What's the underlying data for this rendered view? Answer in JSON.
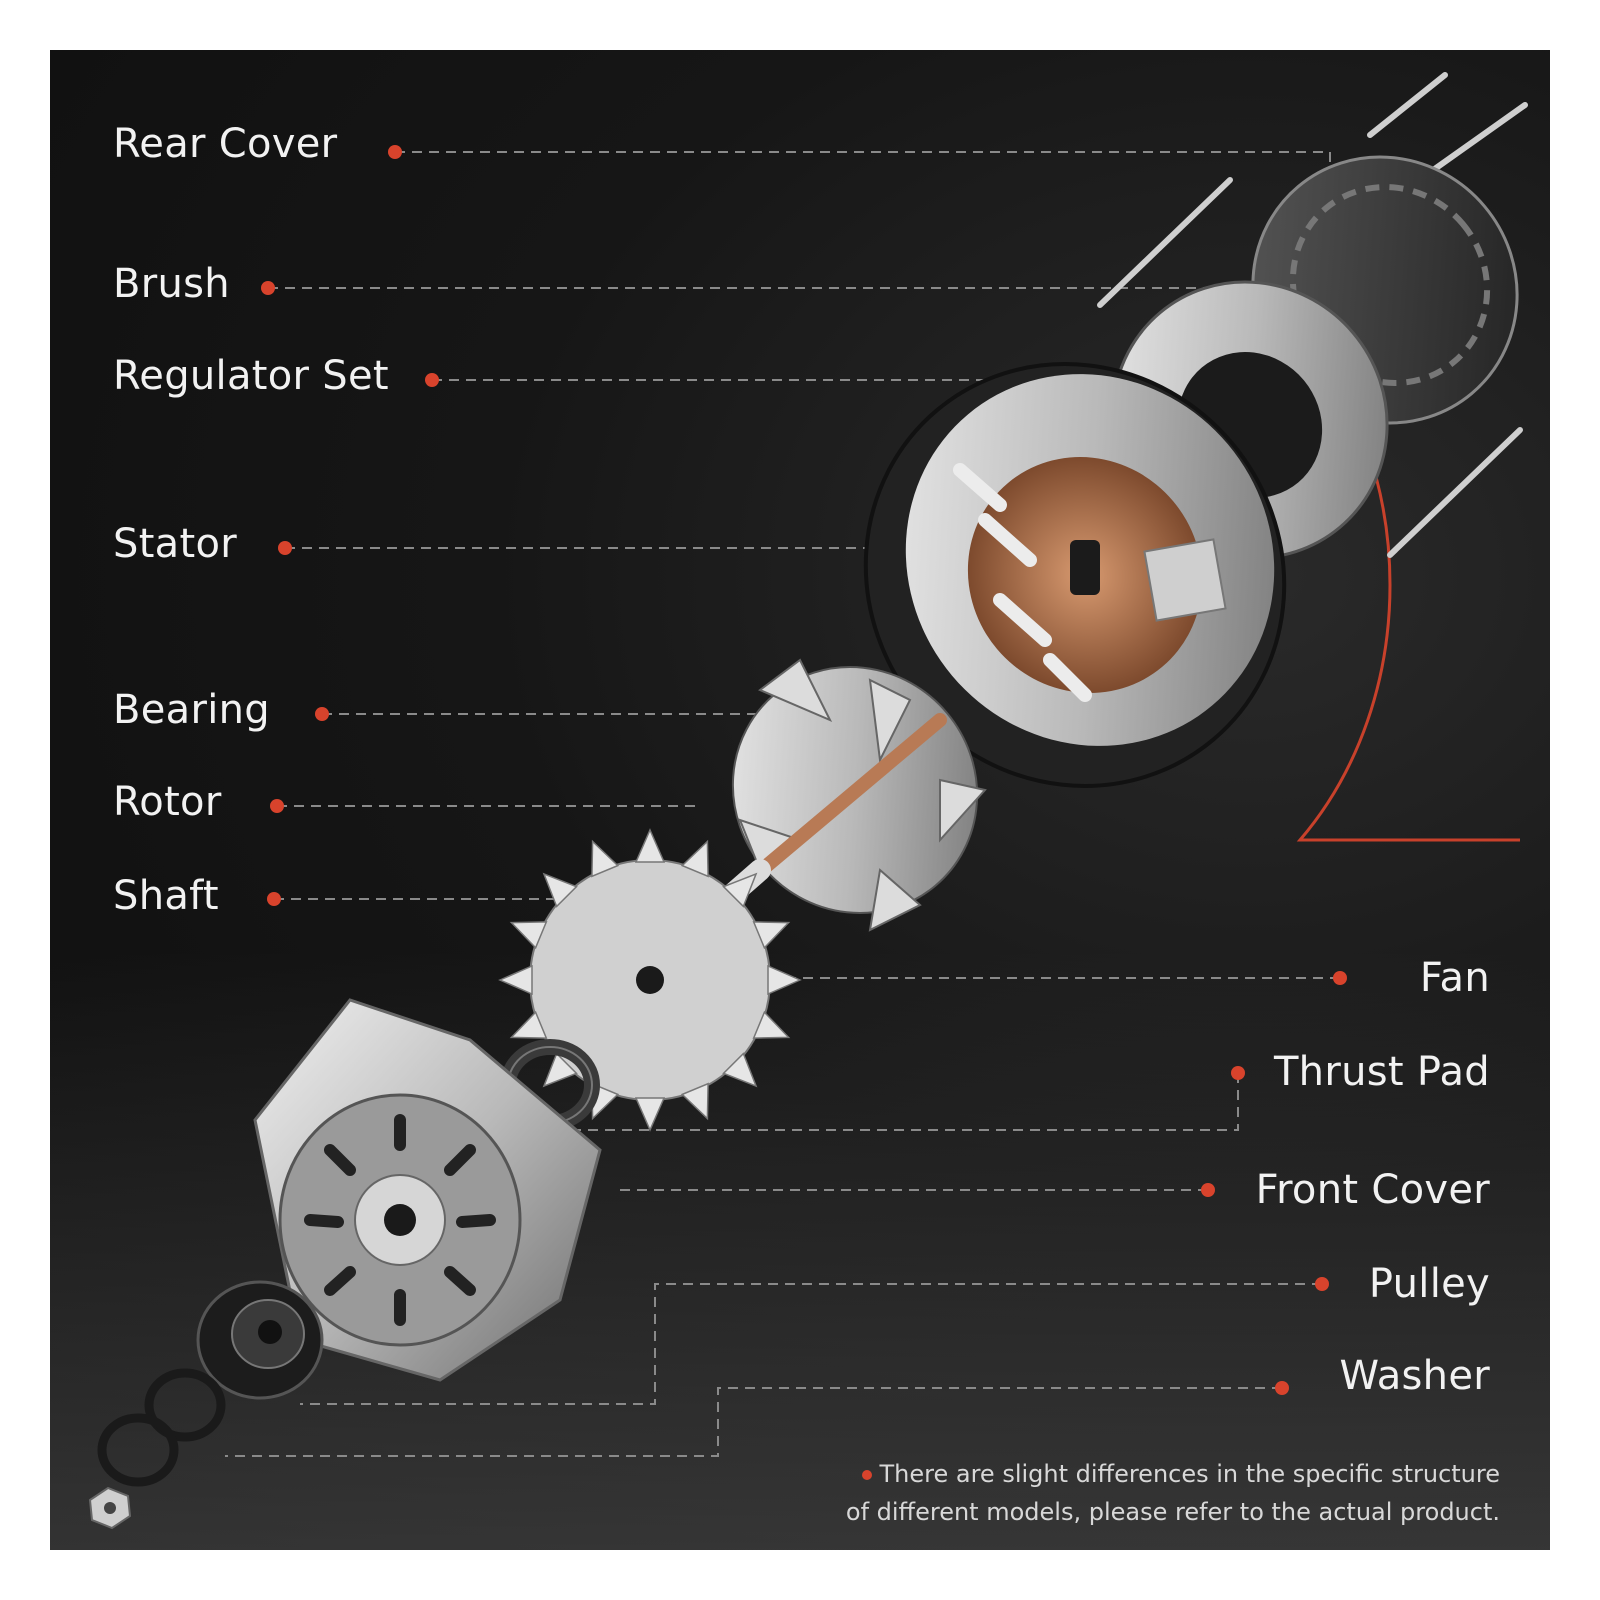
{
  "accent_color": "#d8432c",
  "leader_color": "#8a8a8a",
  "labels_left": [
    {
      "id": "rear-cover",
      "text": "Rear Cover"
    },
    {
      "id": "brush",
      "text": "Brush"
    },
    {
      "id": "regulator-set",
      "text": "Regulator Set"
    },
    {
      "id": "stator",
      "text": "Stator"
    },
    {
      "id": "bearing",
      "text": "Bearing"
    },
    {
      "id": "rotor",
      "text": "Rotor"
    },
    {
      "id": "shaft",
      "text": "Shaft"
    }
  ],
  "labels_right": [
    {
      "id": "fan",
      "text": "Fan"
    },
    {
      "id": "thrust-pad",
      "text": "Thrust Pad"
    },
    {
      "id": "front-cover",
      "text": "Front Cover"
    },
    {
      "id": "pulley",
      "text": "Pulley"
    },
    {
      "id": "washer",
      "text": "Washer"
    }
  ],
  "note": {
    "line1": "There are slight differences in the specific structure",
    "line2": "of different models, please refer to the actual product."
  }
}
